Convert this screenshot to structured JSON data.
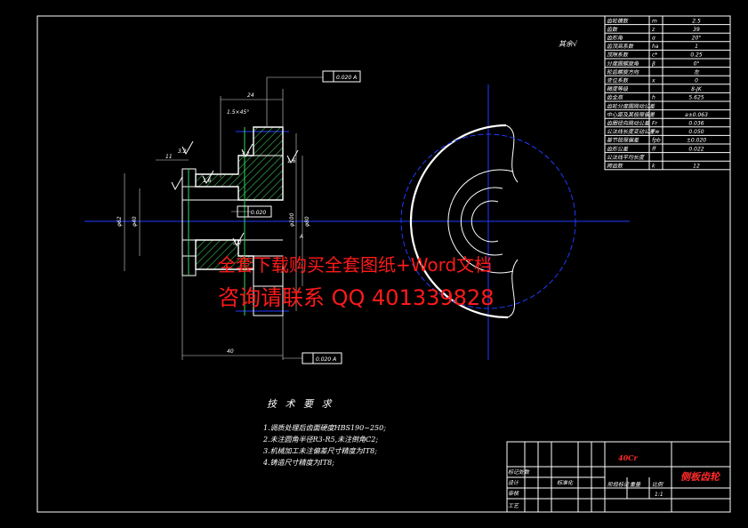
{
  "params_table": {
    "rows": [
      {
        "name": "齿轮模数",
        "sym": "m",
        "val": "2.5"
      },
      {
        "name": "齿数",
        "sym": "z",
        "val": "39"
      },
      {
        "name": "齿形角",
        "sym": "α",
        "val": "20°"
      },
      {
        "name": "齿顶高系数",
        "sym": "ha",
        "val": "1"
      },
      {
        "name": "顶隙系数",
        "sym": "c*",
        "val": "0.25"
      },
      {
        "name": "分度圆螺旋角",
        "sym": "β",
        "val": "0°"
      },
      {
        "name": "轮齿螺旋方向",
        "sym": "",
        "val": "左"
      },
      {
        "name": "变位系数",
        "sym": "x",
        "val": "0"
      },
      {
        "name": "精度等级",
        "sym": "",
        "val": "8-JK"
      },
      {
        "name": "齿全高",
        "sym": "h",
        "val": "5.625"
      },
      {
        "name": "齿轮分度圆跳动公差",
        "sym": "",
        "val": ""
      },
      {
        "name": "中心距及其极限偏差",
        "sym": "",
        "val": "a±0.063"
      },
      {
        "name": "齿圈径向跳动公差",
        "sym": "Fr",
        "val": "0.036"
      },
      {
        "name": "公法线长度变动公差",
        "sym": "Fw",
        "val": "0.050"
      },
      {
        "name": "基节极限偏差",
        "sym": "fpb",
        "val": "±0.020"
      },
      {
        "name": "齿形公差",
        "sym": "ff",
        "val": "0.022"
      },
      {
        "name": "公法线平均长度",
        "sym": "",
        "val": ""
      },
      {
        "name": "跨齿数",
        "sym": "k",
        "val": "12"
      }
    ]
  },
  "drawing": {
    "surface_finish_note": "其余√",
    "dim_24": "24",
    "dim_40": "40",
    "dim_11": "11",
    "dim_tol_1": "0.020 A",
    "dim_tol_2": "0.020 A",
    "dim_tol_3": "0.020",
    "dim_chamfer": "1.5×45°",
    "dim_d1": "φ62",
    "dim_d2": "φ40",
    "dim_d3": "φ100",
    "dim_d4": "φ80",
    "label_a": "A",
    "rough_1": "3.2",
    "rough_2": "1.6",
    "rough_3": "3.2",
    "rough_4": "1.6",
    "rough_5": "3.2"
  },
  "tech_req": {
    "title": "技 术 要 求",
    "items": [
      "1.调质处理后齿面硬度HBS190~250;",
      "2.未注圆角半径R3-R5,未注倒角C2;",
      "3.机械加工未注偏差尺寸精度为IT8;",
      "4.铸造尺寸精度为IT8;"
    ]
  },
  "title_block": {
    "material": "40Cr",
    "part_name": "侧板齿轮",
    "label_mark": "标记处数",
    "label_design": "设计",
    "label_check": "审核",
    "label_process": "工艺",
    "label_std": "标准化",
    "label_stage": "阶段标记",
    "label_weight": "重量",
    "label_scale": "比例",
    "scale": "1:1"
  },
  "watermark": {
    "line1": "全套下载购买全套图纸+Word文档",
    "line2": "咨询请联系 QQ 401339828"
  }
}
